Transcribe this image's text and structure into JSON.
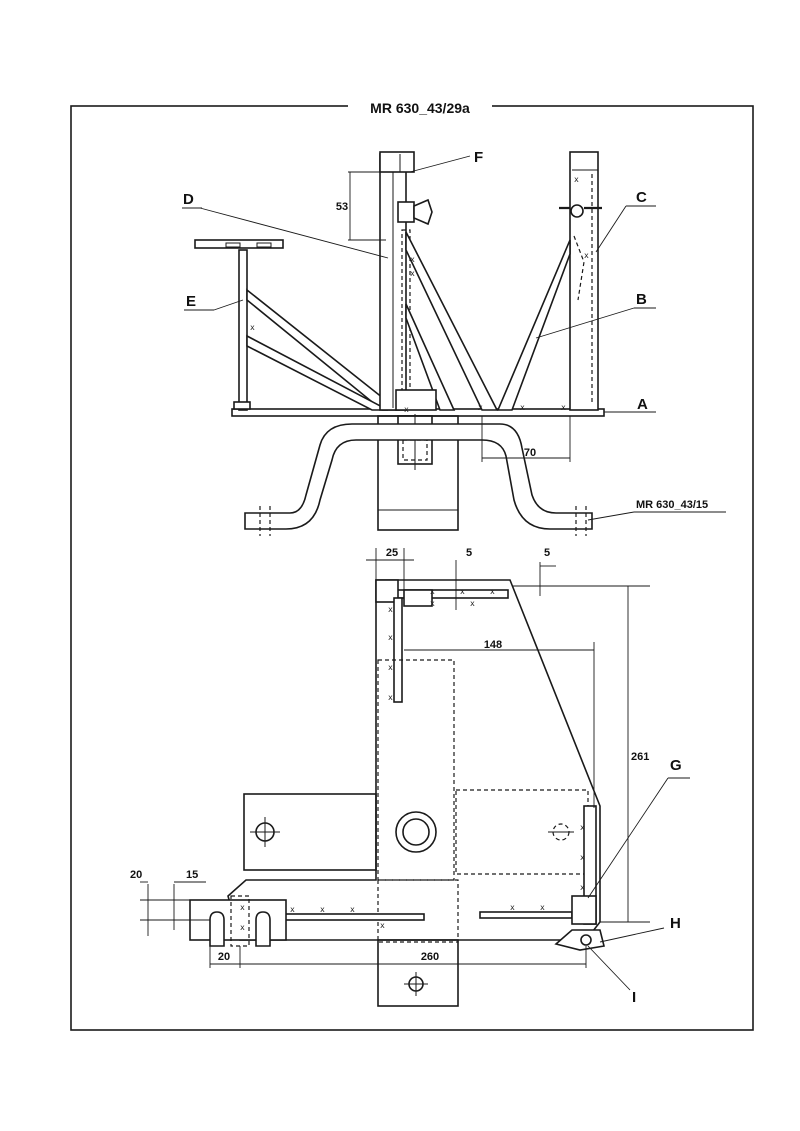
{
  "title": "MR 630_43/29a",
  "reference": "MR 630_43/15",
  "labels": {
    "A": "A",
    "B": "B",
    "C": "C",
    "D": "D",
    "E": "E",
    "F": "F",
    "G": "G",
    "H": "H",
    "I": "I"
  },
  "dimensions": {
    "d53": "53",
    "d70": "70",
    "d25": "25",
    "d5a": "5",
    "d5b": "5",
    "d148": "148",
    "d261": "261",
    "d20a": "20",
    "d15": "15",
    "d20b": "20",
    "d260": "260"
  }
}
